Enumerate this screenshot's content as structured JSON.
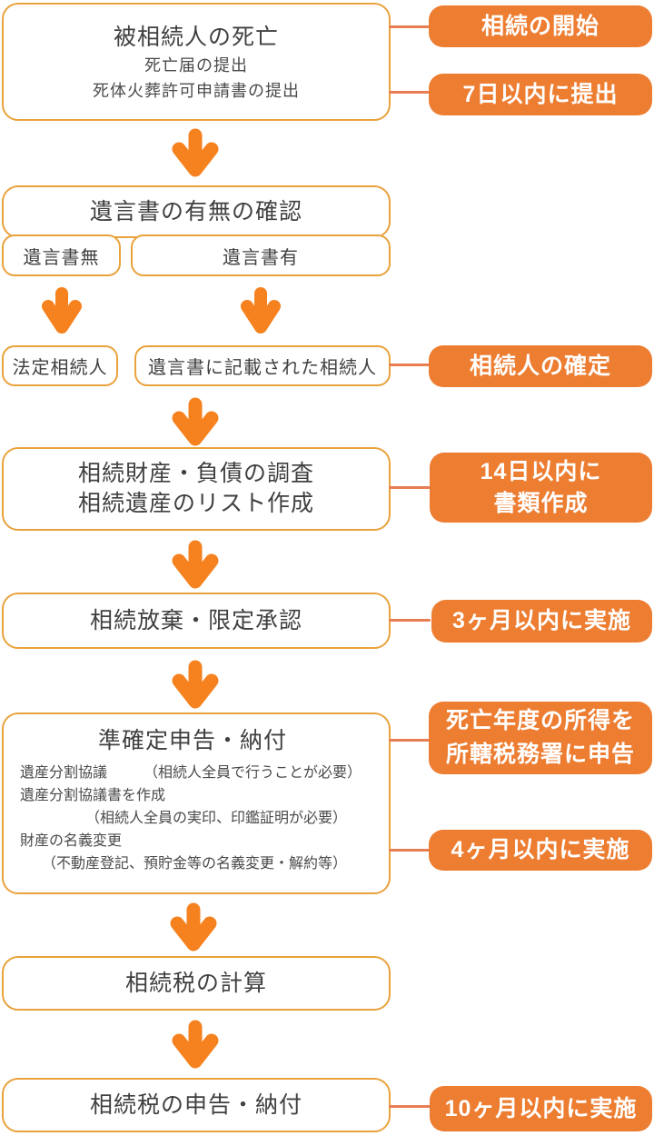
{
  "colors": {
    "pill": "#ED7D31",
    "arrow": "#F6821F",
    "border": "#E9A23C",
    "connector": "#E87C52",
    "text": "#404040"
  },
  "flow": {
    "death": {
      "title": "被相続人の死亡",
      "lines": [
        "死亡届の提出",
        "死体火葬許可申請書の提出"
      ]
    },
    "will_check": {
      "title": "遺言書の有無の確認",
      "no_will": "遺言書無",
      "has_will": "遺言書有"
    },
    "heirs": {
      "legal": "法定相続人",
      "in_will": "遺言書に記載された相続人"
    },
    "asset_survey": {
      "lines": [
        "相続財産・負債の調査",
        "相続遺産のリスト作成"
      ]
    },
    "renounce": {
      "title": "相続放棄・限定承認"
    },
    "quasi_return": {
      "title": "準確定申告・納付",
      "lines": [
        "遺産分割協議　　　（相続人全員で行うことが必要）",
        "遺産分割協議書を作成",
        "　　　　　（相続人全員の実印、印鑑証明が必要）",
        "財産の名義変更",
        "　　（不動産登記、預貯金等の名義変更・解約等）"
      ]
    },
    "tax_calc": {
      "title": "相続税の計算"
    },
    "tax_file": {
      "title": "相続税の申告・納付"
    }
  },
  "labels": {
    "start": "相続の開始",
    "submit_7days": "7日以内に提出",
    "heir_fixed": "相続人の確定",
    "days14": [
      "14日以内に",
      "書類作成"
    ],
    "months3": "3ヶ月以内に実施",
    "income_report": [
      "死亡年度の所得を",
      "所轄税務署に申告"
    ],
    "months4": "4ヶ月以内に実施",
    "months10": "10ヶ月以内に実施"
  }
}
